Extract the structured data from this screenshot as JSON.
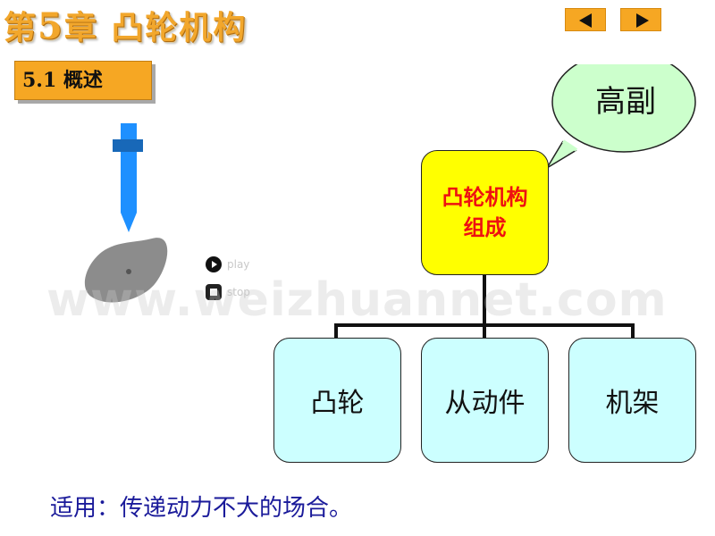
{
  "slide": {
    "title_prefix": "第",
    "title_number": "5",
    "title_rest": "章 凸轮机构",
    "section": "5.1 概述",
    "footer": "适用：传递动力不大的场合。",
    "watermark": "www.weizhuannet.com"
  },
  "navigation": {
    "prev_icon": "triangle-left-icon",
    "next_icon": "triangle-right-icon"
  },
  "animation": {
    "play_label": "play",
    "stop_label": "stop"
  },
  "diagram": {
    "callout": "高副",
    "root_line1": "凸轮机构",
    "root_line2": "组成",
    "children": [
      "凸轮",
      "从动件",
      "机架"
    ]
  },
  "colors": {
    "title": "#F2A72C",
    "accent_orange": "#F6A723",
    "root_fill": "#FFFF00",
    "root_text": "#EE1111",
    "child_fill": "#CCFFFF",
    "callout_fill": "#CCFFCC",
    "footer_text": "#1A1A9A",
    "follower": "#1E90FF",
    "cam": "#8C8C8C"
  }
}
